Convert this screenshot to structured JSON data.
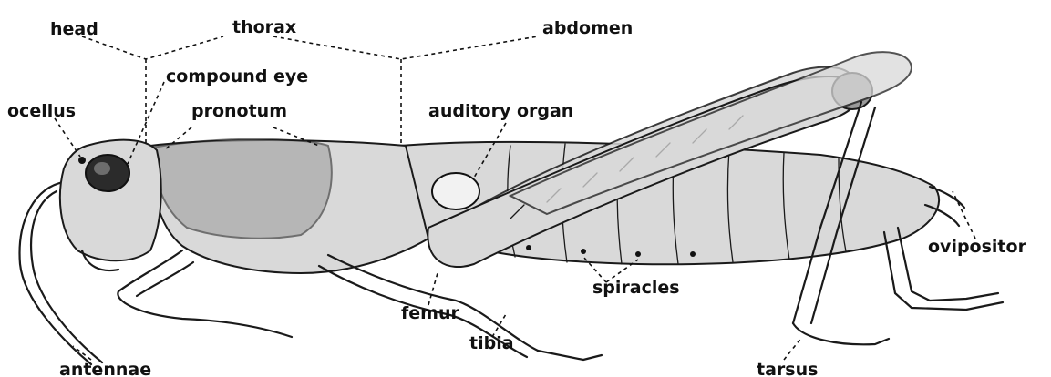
{
  "labels": {
    "head": "head",
    "thorax": "thorax",
    "abdomen": "abdomen",
    "compound_eye": "compound eye",
    "ocellus": "ocellus",
    "pronotum": "pronotum",
    "auditory_organ": "auditory organ",
    "ovipositor": "ovipositor",
    "spiracles": "spiracles",
    "femur": "femur",
    "tibia": "tibia",
    "antennae": "antennae",
    "tarsus": "tarsus"
  }
}
